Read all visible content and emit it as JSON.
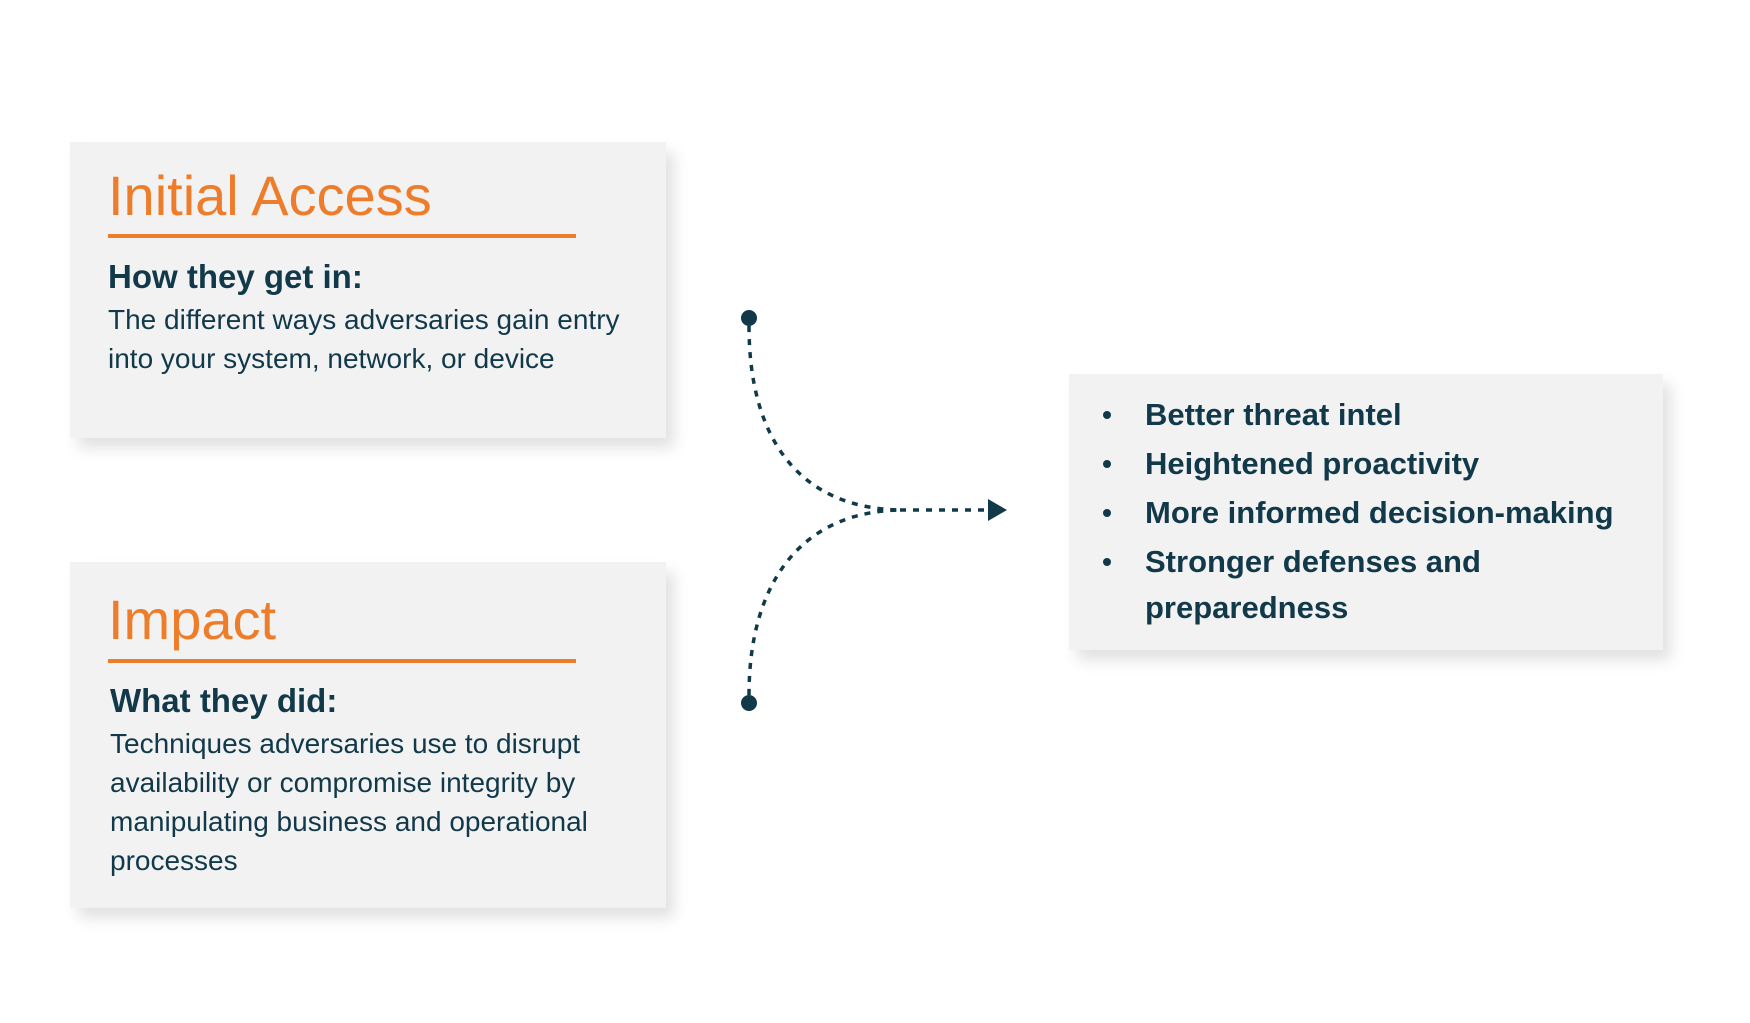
{
  "cards": {
    "initial_access": {
      "title": "Initial Access",
      "subtitle": "How they get in:",
      "description": "The different ways adversaries gain entry into your system, network, or device"
    },
    "impact": {
      "title": "Impact",
      "subtitle": "What they did:",
      "description": "Techniques adversaries use to disrupt availability or compromise integrity by manipulating business and operational processes"
    }
  },
  "outcomes": [
    "Better threat intel",
    "Heightened proactivity",
    "More informed decision-making",
    "Stronger defenses and preparedness"
  ],
  "colors": {
    "accent": "#ee7d2b",
    "text": "#11394a",
    "card_background": "#f2f2f2"
  }
}
